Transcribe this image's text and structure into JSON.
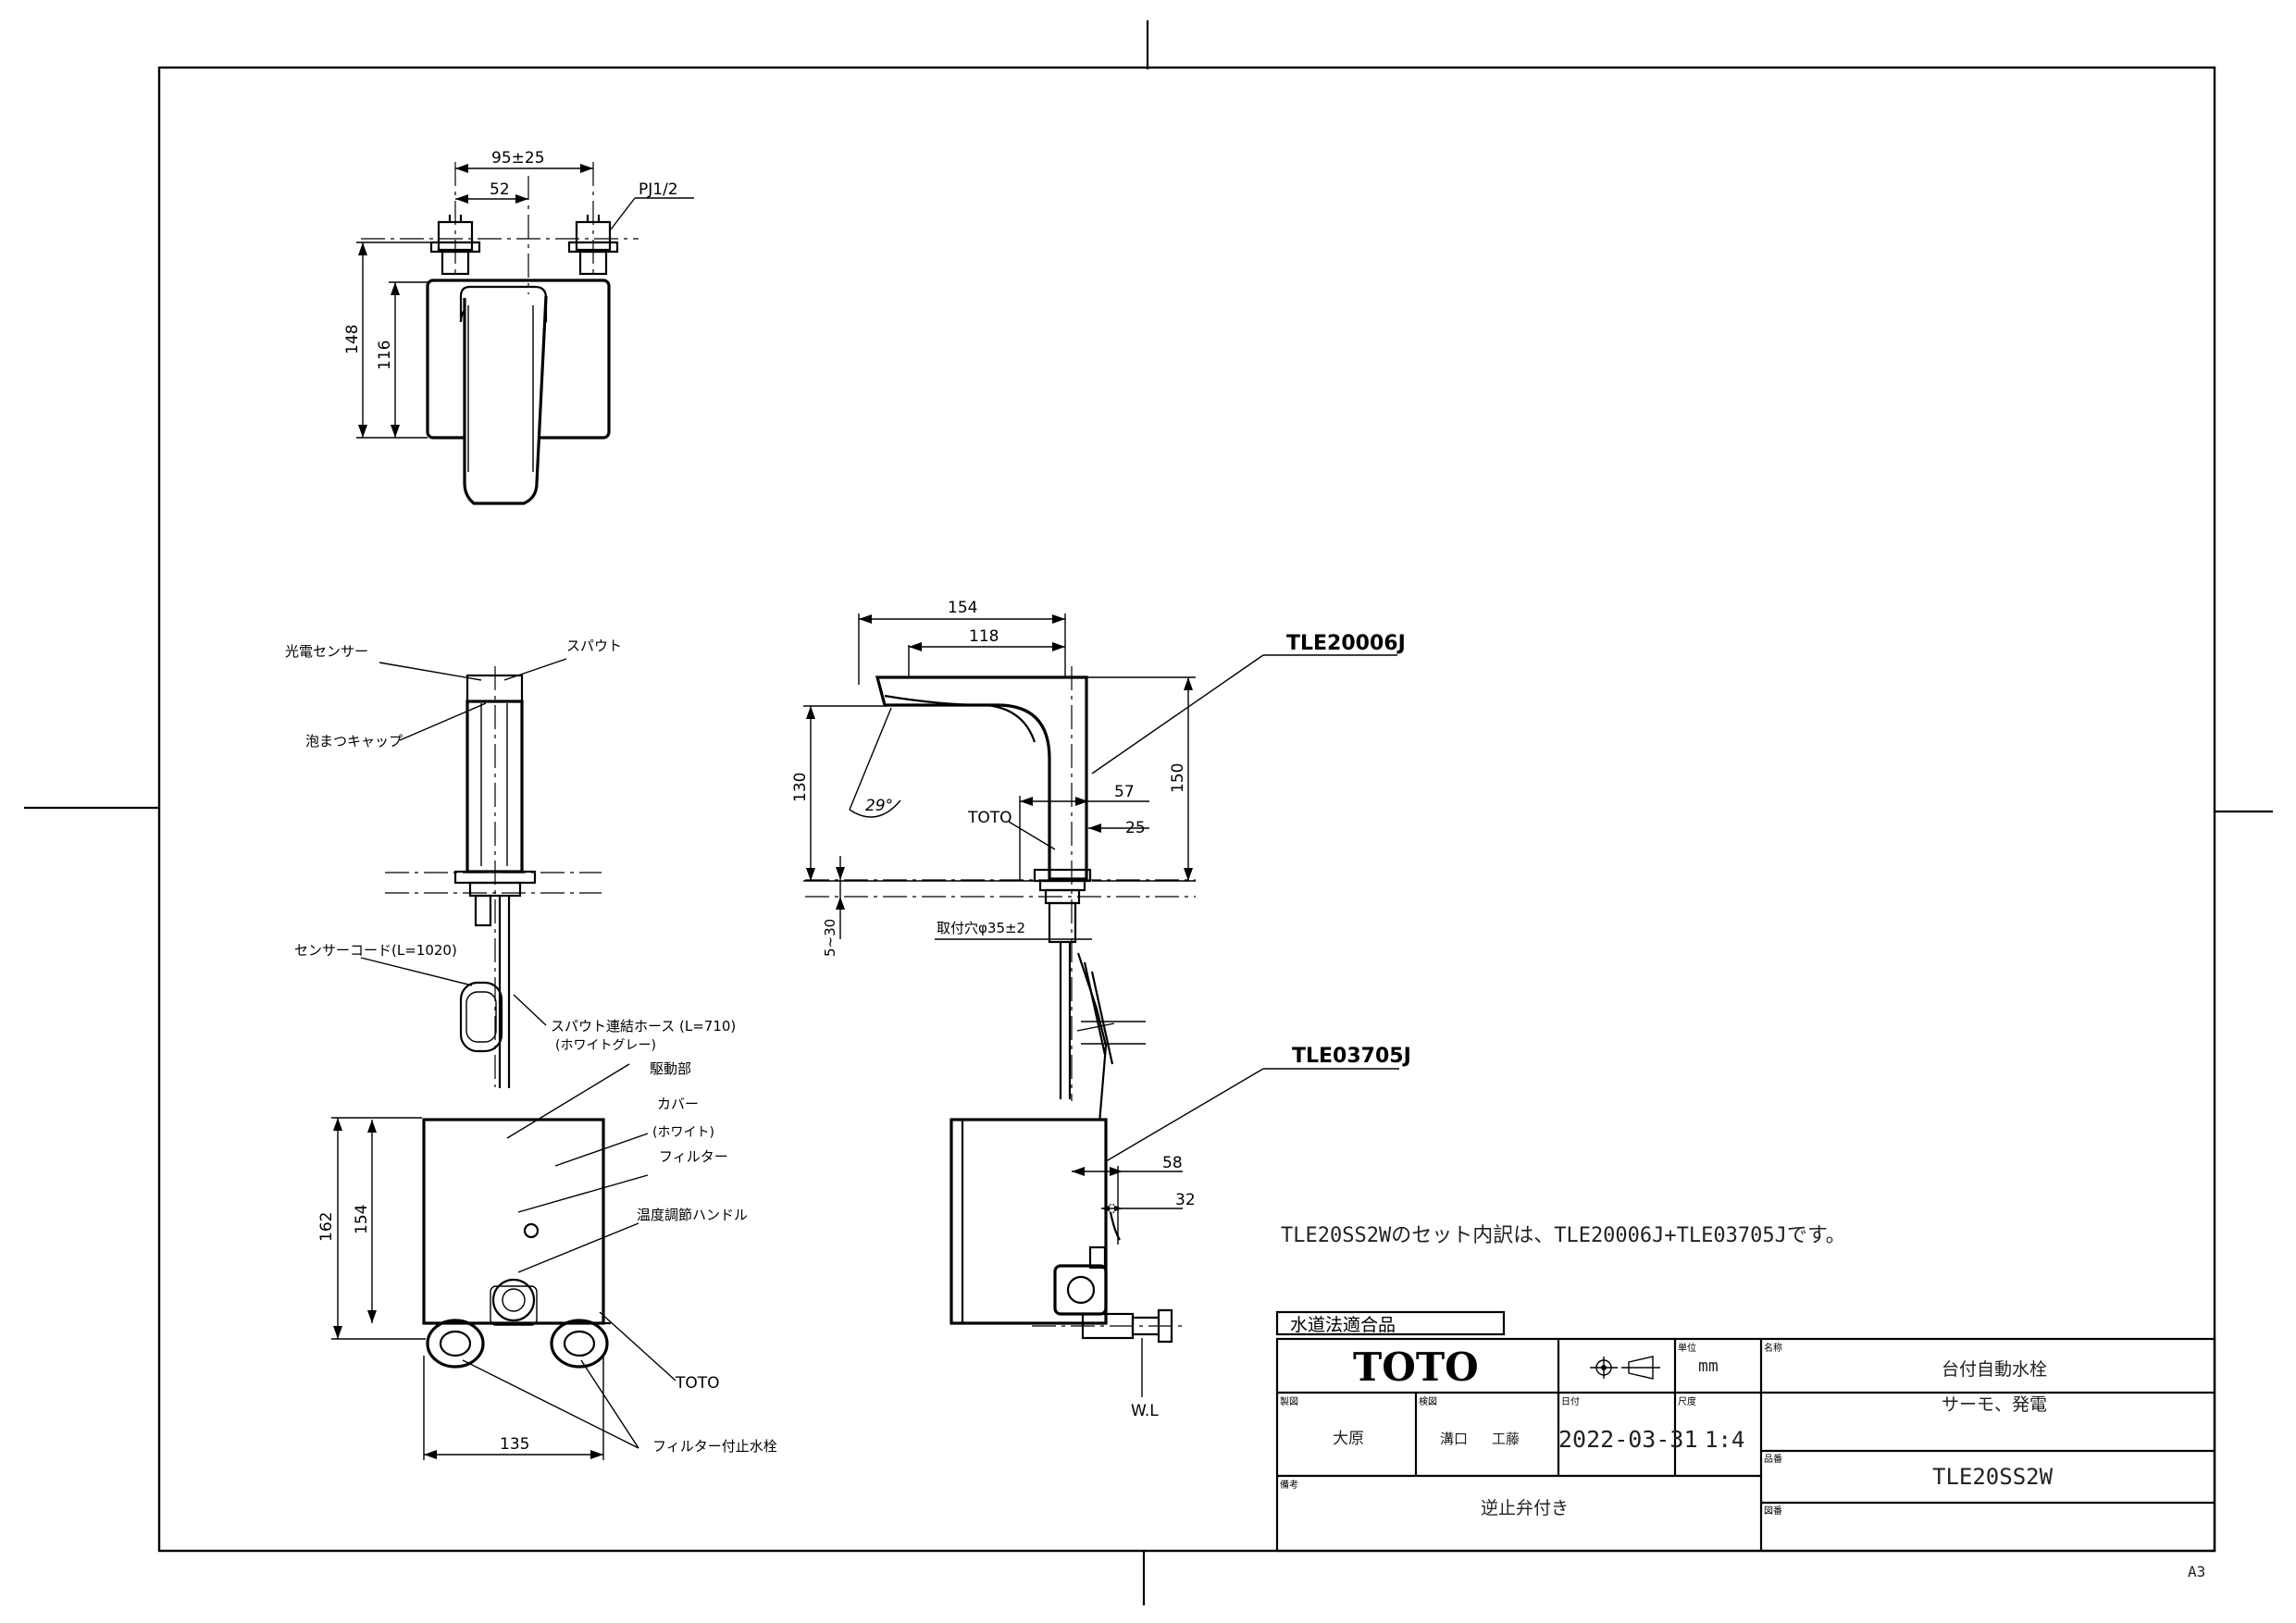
{
  "drawing": {
    "dims_top": {
      "d1": "95±25",
      "d2": "52",
      "d3": "PJ1/2",
      "d4": "148",
      "d5": "116"
    },
    "labels_left": {
      "sensor": "光電センサー",
      "spout": "スパウト",
      "aerator": "泡まつキャップ",
      "sensor_cord": "センサーコード(L=1020)",
      "hose": "スパウト連結ホース (L=710)",
      "hose_color": "(ホワイトグレー)",
      "drive": "駆動部",
      "cover": "カバー",
      "cover_color": "(ホワイト)",
      "filter": "フィルター",
      "temp_handle": "温度調節ハンドル",
      "toto_mark": "TOTO",
      "stop_valve": "フィルター付止水栓",
      "d162": "162",
      "d154": "154",
      "d135": "135"
    },
    "side": {
      "d154": "154",
      "d118": "118",
      "model_top": "TLE20006J",
      "d130": "130",
      "d150": "150",
      "angle": "29°",
      "toto": "TOTO",
      "d57": "57",
      "d25": "25",
      "d5_30": "5~30",
      "hole": "取付穴φ35±2",
      "model_bottom": "TLE03705J",
      "d58": "58",
      "d32": "32",
      "wl": "W.L"
    },
    "note": "TLE20SS2Wのセット内訳は、TLE20006J+TLE03705Jです。",
    "sheet_size": "A3"
  },
  "title_block": {
    "approval": "水道法適合品",
    "brand": "TOTO",
    "unit_label": "単位",
    "unit_value": "mm",
    "name_label": "名称",
    "name_value": "台付自動水栓",
    "name_sub": "サーモ、発電",
    "drawn_label": "製図",
    "drawn_value": "大原",
    "checked_label": "検図",
    "checked_value1": "溝口",
    "checked_value2": "工藤",
    "date_label": "日付",
    "date_value": "2022-03-31",
    "scale_label": "尺度",
    "scale_value": "1:4",
    "product_label": "品番",
    "product_value": "TLE20SS2W",
    "remarks_label": "備考",
    "remarks_value": "逆止弁付き",
    "drawing_no_label": "図番"
  }
}
